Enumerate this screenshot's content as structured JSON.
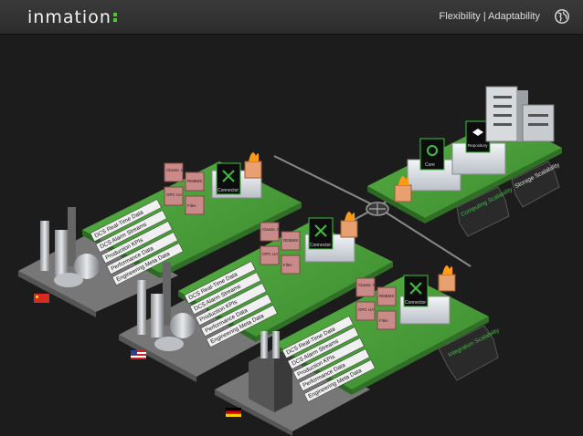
{
  "header": {
    "logo_text": "inmation",
    "tagline": "Flexibility | Adaptability",
    "globe_icon": "globe-icon"
  },
  "site_labels": [
    "DCS Real-Time Data",
    "DCS Alarm Streams",
    "Production KPIs",
    "Performance Data",
    "Engineering Meta Data"
  ],
  "interfaces": [
    "Classic OPC",
    "RDBMS",
    "OPC UA",
    "Files"
  ],
  "server_roles": {
    "core": "Core",
    "repository": "Repository",
    "connector": "Connector"
  },
  "arrows": {
    "storage": "Storage Scalability",
    "computing": "Computing Scalability",
    "integration": "Integration Scalability"
  },
  "colors": {
    "platform_green": "#4a9a3a",
    "green_accent": "#3fbf3f",
    "box_pink": "#c98a88",
    "flag_red": "#d62b1e"
  },
  "flags": [
    "china-flag",
    "usa-flag",
    "germany-flag"
  ]
}
